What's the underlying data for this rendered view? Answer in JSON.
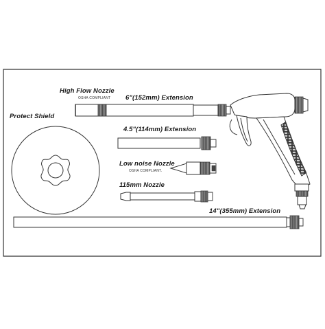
{
  "labels": {
    "high_flow_nozzle": "High Flow Nozzle",
    "high_flow_osha": "OSHA COMPLIANT",
    "ext_6in": "6\"(152mm) Extension",
    "protect_shield": "Protect Shield",
    "ext_4_5in": "4.5\"(114mm) Extension",
    "low_noise_nozzle": "Low noise Nozzle",
    "low_noise_osha": "OSHA COMPLIANT.",
    "nozzle_115mm": "115mm  Nozzle",
    "ext_14in": "14\"(355mm) Extension"
  },
  "colors": {
    "line": "#333333",
    "background": "#ffffff"
  }
}
